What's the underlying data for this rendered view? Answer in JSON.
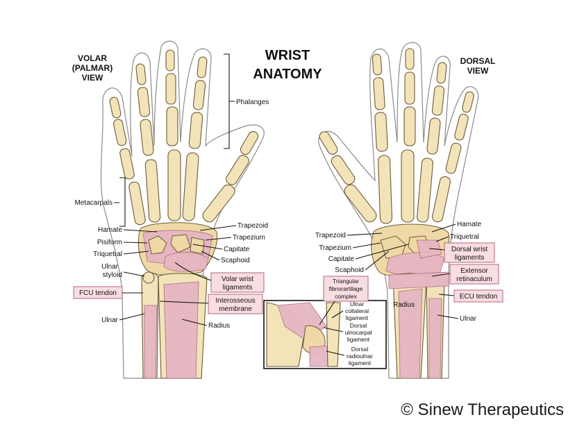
{
  "title": {
    "line1": "WRIST",
    "line2": "ANATOMY"
  },
  "views": {
    "volar": {
      "line1": "VOLAR",
      "line2": "(PALMAR)",
      "line3": "VIEW"
    },
    "dorsal": {
      "line1": "DORSAL",
      "line2": "VIEW"
    }
  },
  "volar_labels": {
    "phalanges": "Phalanges",
    "metacarpals": "Metacarpals",
    "hamate": "Hamate",
    "pisiform": "Pisiform",
    "triquetral": "Triquetral",
    "ulnar_styloid_1": "Ulnar",
    "ulnar_styloid_2": "styloid",
    "fcu_tendon": "FCU tendon",
    "ulnar": "Ulnar",
    "trapezoid": "Trapezoid",
    "trapezium": "Trapezium",
    "capitate": "Capitate",
    "scaphoid": "Scaphoid",
    "volar_wrist_1": "Volar wrist",
    "volar_wrist_2": "ligaments",
    "interosseous_1": "Interosseous",
    "interosseous_2": "membrane",
    "radius": "Radius"
  },
  "dorsal_labels": {
    "trapezoid": "Trapezoid",
    "trapezium": "Trapezium",
    "capitate": "Capitate",
    "scaphoid": "Scaphoid",
    "tfcc_1": "Triangular",
    "tfcc_2": "fibrocartilage",
    "tfcc_3": "complex",
    "hamate": "Hamate",
    "triquetral": "Triquetral",
    "dorsal_wrist_1": "Dorsal wrist",
    "dorsal_wrist_2": "ligaments",
    "extensor_1": "Extensor",
    "extensor_2": "retinaculum",
    "ecu_tendon": "ECU tendon",
    "radius": "Radius",
    "ulnar": "Ulnar"
  },
  "inset_labels": {
    "ulnar_collateral_1": "Ulnar",
    "ulnar_collateral_2": "collateral",
    "ulnar_collateral_3": "ligament",
    "dorsal_ulnocarpal_1": "Dorsal",
    "dorsal_ulnocarpal_2": "ulnocarpal",
    "dorsal_ulnocarpal_3": "ligament",
    "dorsal_radioulnar_1": "Dorsal",
    "dorsal_radioulnar_2": "radioulnar",
    "dorsal_radioulnar_3": "ligament"
  },
  "copyright": "© Sinew Therapeutics",
  "colors": {
    "bone": "#f3e3b9",
    "ligament": "#e6b6c2",
    "label_box": "#f8dde3",
    "outline": "#8a8a8a"
  }
}
